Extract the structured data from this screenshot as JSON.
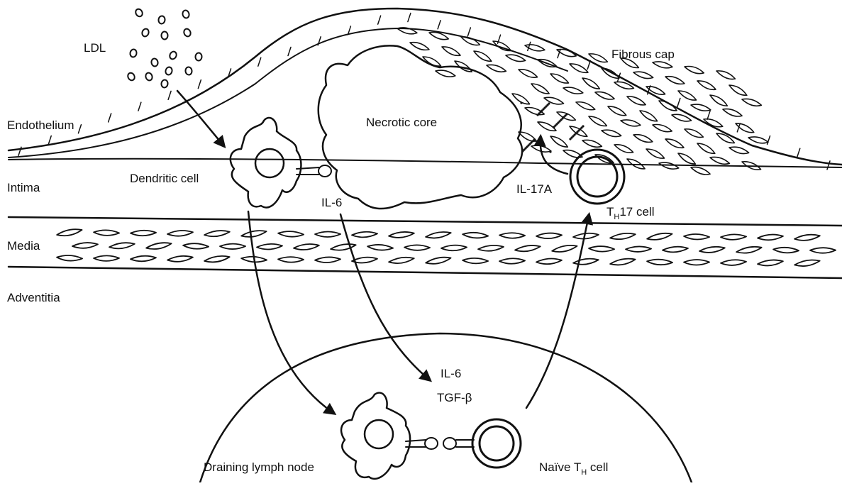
{
  "labels": {
    "ldl": "LDL",
    "fibrous_cap": "Fibrous cap",
    "endothelium": "Endothelium",
    "necrotic_core": "Necrotic core",
    "intima": "Intima",
    "dendritic_cell": "Dendritic cell",
    "il6_intima": "IL-6",
    "il17a": "IL-17A",
    "th17_T": "T",
    "th17_H": "H",
    "th17_rest": "17 cell",
    "media": "Media",
    "adventitia": "Adventitia",
    "il6_node": "IL-6",
    "tgfb": "TGF-β",
    "lymph_node": "Draining lymph node",
    "naive_prefix": "Naïve T",
    "naive_H": "H",
    "naive_rest": " cell"
  },
  "colors": {
    "ink": "#111111",
    "background": "#ffffff"
  }
}
